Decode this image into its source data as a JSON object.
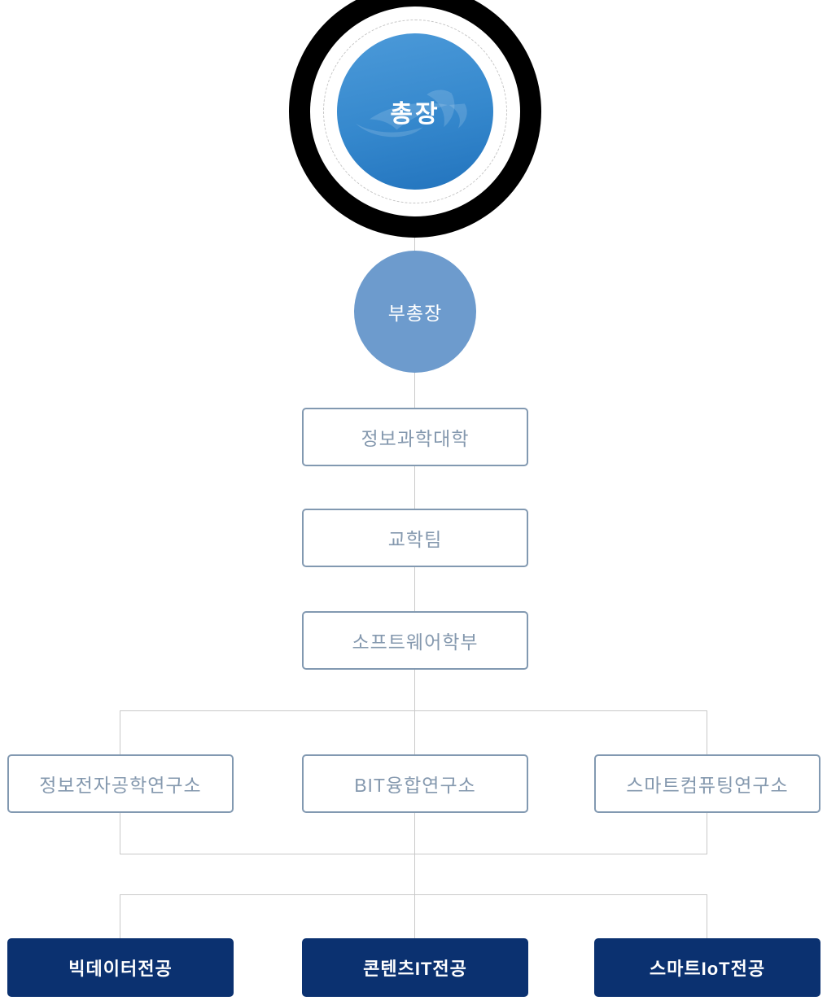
{
  "org": {
    "president": {
      "label": "총장"
    },
    "vice_president": {
      "label": "부총장"
    },
    "chain": [
      {
        "label": "정보과학대학"
      },
      {
        "label": "교학팀"
      },
      {
        "label": "소프트웨어학부"
      }
    ],
    "institutes": [
      {
        "label": "정보전자공학연구소"
      },
      {
        "label": "BIT융합연구소"
      },
      {
        "label": "스마트컴퓨팅연구소"
      }
    ],
    "majors": [
      {
        "label": "빅데이터전공"
      },
      {
        "label": "콘텐츠IT전공"
      },
      {
        "label": "스마트IoT전공"
      }
    ],
    "colors": {
      "ring_black": "#000000",
      "president_gradient_start": "#4c9ad9",
      "president_gradient_end": "#2273bd",
      "vice_circle_blue": "#6d9bcd",
      "navy_box": "#0b3170",
      "light_box_border": "#8299b1",
      "light_box_text": "#8498ae",
      "connector_line": "#c9c9c9"
    }
  }
}
